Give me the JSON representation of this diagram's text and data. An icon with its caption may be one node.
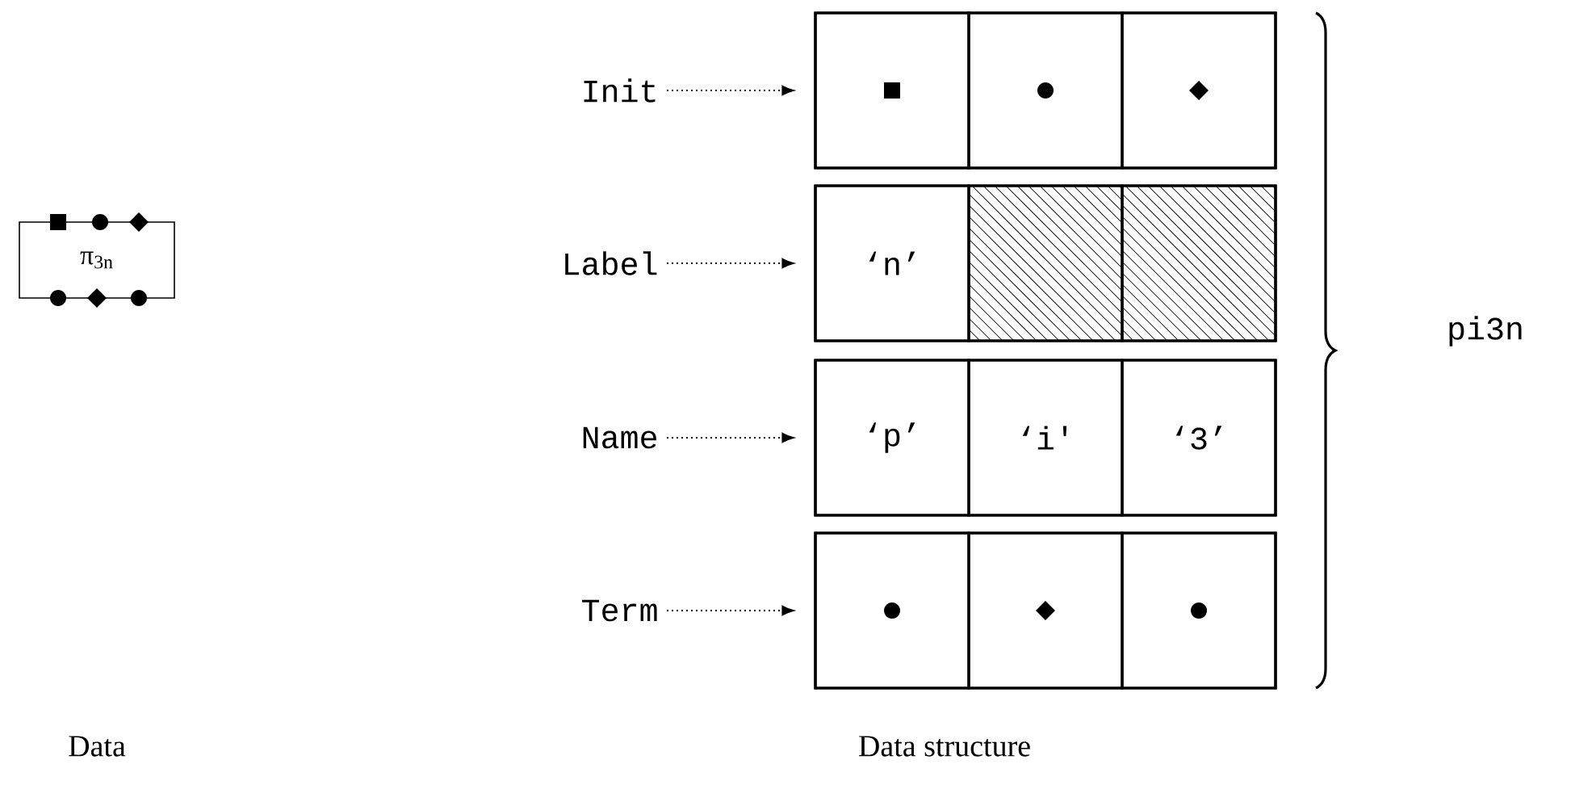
{
  "diagram": {
    "nodes": [
      {
        "text": [
          "π$_{3n}$"
        ]
      },
      {
        "text": [
          "Init"
        ]
      },
      {
        "text": [],
        "shape": "box"
      },
      {
        "text": [],
        "shape": "box",
        "in": 2
      },
      {
        "text": [],
        "shape": "box",
        "in": 2
      },
      {
        "text": [],
        "shape": "box",
        "in": 2
      },
      {
        "text": [
          "Label"
        ]
      },
      {
        "text": [],
        "shape": "box"
      },
      {
        "text": [
          "‘n’"
        ],
        "in": 7
      },
      {
        "text": [],
        "shape": "box",
        "in": 7
      },
      {
        "text": [],
        "shape": "box",
        "in": 7
      },
      {
        "text": [
          "Name"
        ]
      },
      {
        "text": [],
        "shape": "box"
      },
      {
        "text": [
          "‘p’"
        ],
        "in": 12
      },
      {
        "text": [
          "‘i'"
        ],
        "in": 12
      },
      {
        "text": [
          "‘3’"
        ],
        "in": 12
      },
      {
        "text": [
          "Term"
        ]
      },
      {
        "text": [],
        "shape": "box"
      },
      {
        "text": [],
        "shape": "box",
        "in": 17
      },
      {
        "text": [],
        "shape": "box",
        "in": 17
      },
      {
        "text": [],
        "shape": "box",
        "in": 17
      }
    ],
    "edges": [
      {
        "from": 1,
        "to": 2,
        "arrow": "to"
      },
      {
        "from": 6,
        "to": 7,
        "arrow": "to"
      },
      {
        "from": 11,
        "to": 12,
        "arrow": "to"
      },
      {
        "from": 16,
        "to": 17,
        "arrow": "to"
      }
    ],
    "labels": [
      "pi3n",
      "Data",
      "Data structure"
    ]
  }
}
